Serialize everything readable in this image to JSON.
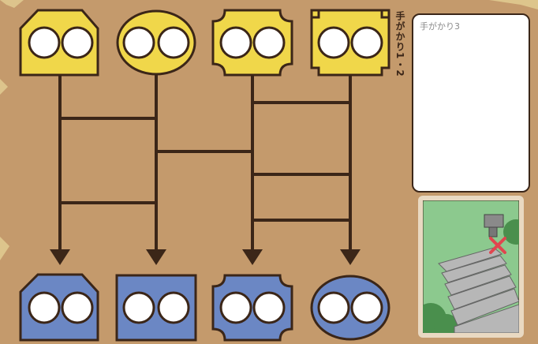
{
  "clues": {
    "clue12_label": "手がかり1・2",
    "clue3_label": "手がかり3"
  },
  "puzzle": {
    "top_shapes": [
      "pentagon-house",
      "ellipse",
      "concave-corners",
      "square-notched-corners"
    ],
    "bottom_shapes": [
      "pentagon-house",
      "square",
      "concave-corners",
      "circle"
    ],
    "top_color": "#f0d74a",
    "bottom_color": "#6b87c4",
    "rungs_description_count": 6
  },
  "photo_card": {
    "icon": "stairs-with-crossed-out-sign-photo",
    "mark": "red-x"
  },
  "colors": {
    "background": "#c49a6c",
    "line": "#3b2618",
    "x_mark": "#e0464f"
  }
}
